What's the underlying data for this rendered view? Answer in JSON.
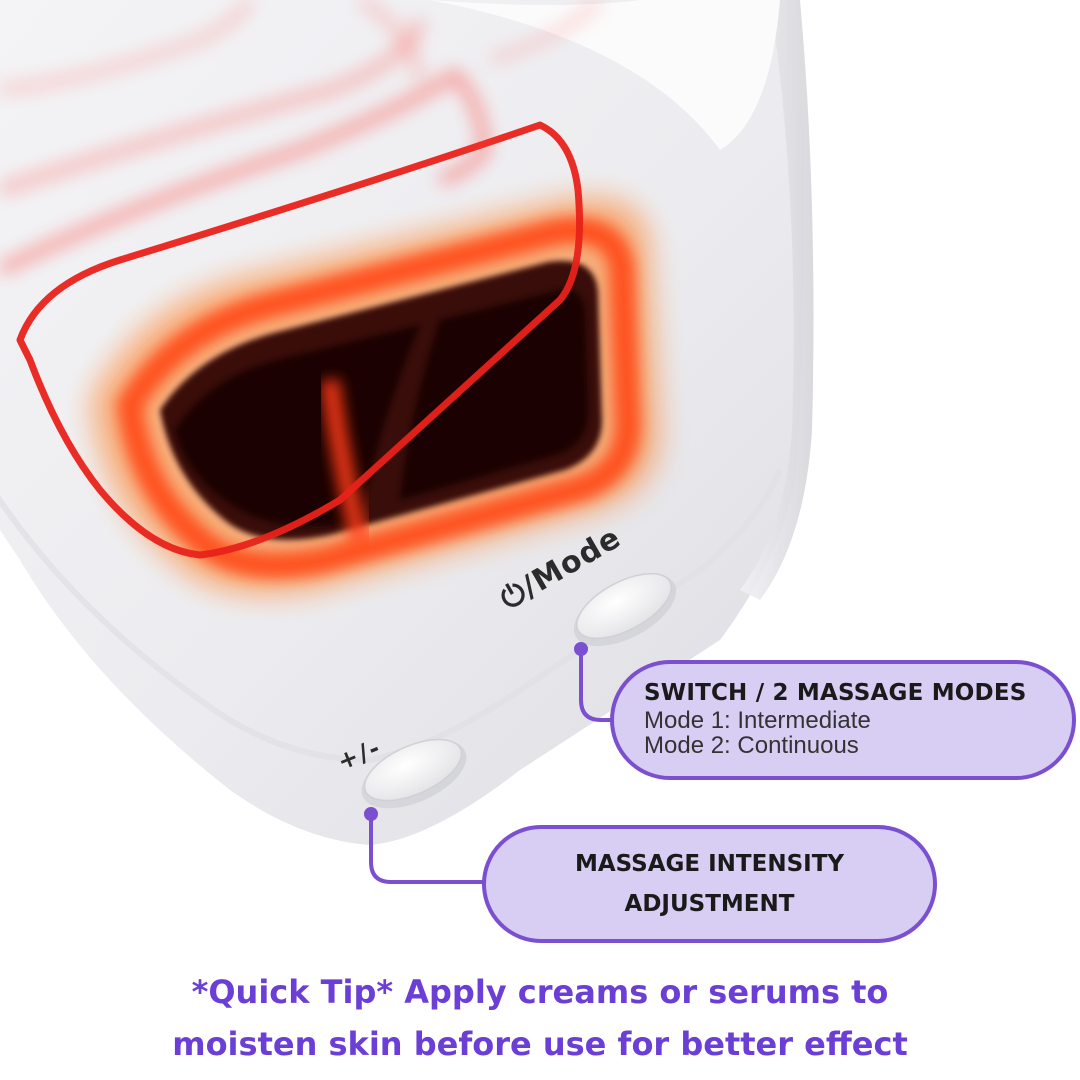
{
  "device": {
    "mode_button_label": "⏻/Mode",
    "intensity_button_label": "+/-"
  },
  "callouts": {
    "modes": {
      "title": "SWITCH / 2 MASSAGE MODES",
      "lines": [
        "Mode 1: Intermediate",
        "Mode 2: Continuous"
      ]
    },
    "intensity": {
      "title_lines": [
        "MASSAGE INTENSITY",
        "ADJUSTMENT"
      ]
    }
  },
  "tip": {
    "lines": [
      "*Quick Tip* Apply creams or serums to",
      "moisten skin before use for better effect"
    ]
  },
  "colors": {
    "accent": "#7a4fd0",
    "callout_fill": "#d8cdf3",
    "tip_text": "#6b3fd6",
    "glow_red": "#ff2a1a",
    "glow_orange": "#ff6a1a"
  }
}
